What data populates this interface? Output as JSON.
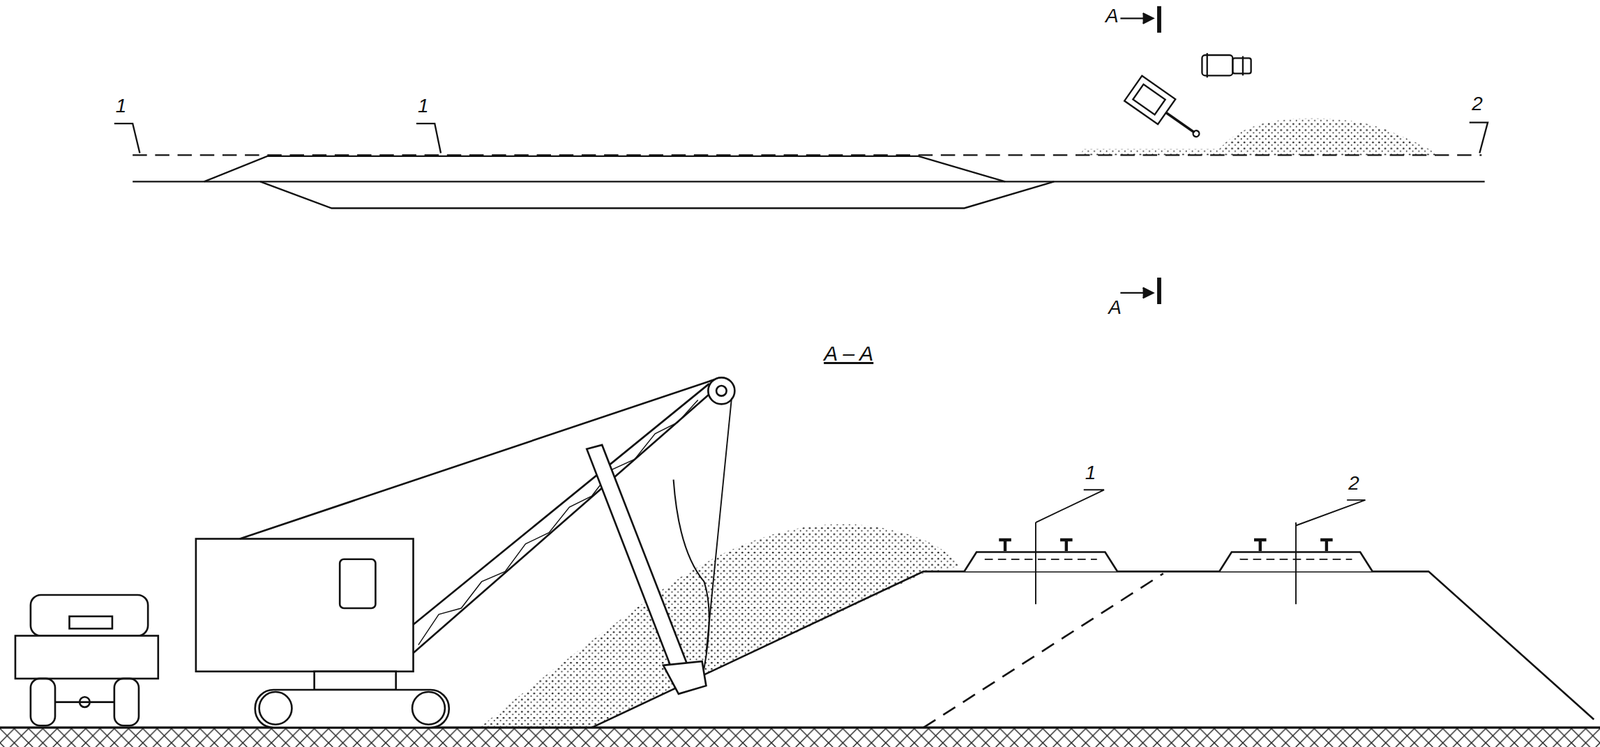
{
  "diagram": {
    "labels": [
      "1",
      "1",
      "2",
      "A",
      "A",
      "A – A",
      "1",
      "2"
    ]
  }
}
